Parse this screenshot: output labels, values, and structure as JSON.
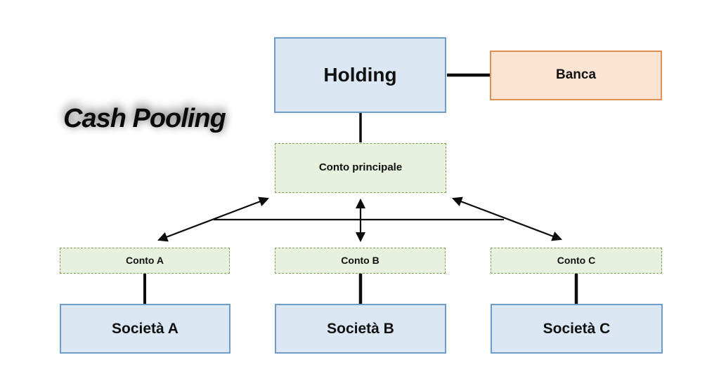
{
  "title": "Cash Pooling",
  "nodes": {
    "holding": {
      "label": "Holding",
      "kind": "company"
    },
    "banca": {
      "label": "Banca",
      "kind": "bank"
    },
    "conto_p": {
      "label": "Conto principale",
      "kind": "account"
    },
    "conto_a": {
      "label": "Conto A",
      "kind": "account"
    },
    "conto_b": {
      "label": "Conto B",
      "kind": "account"
    },
    "conto_c": {
      "label": "Conto C",
      "kind": "account"
    },
    "societa_a": {
      "label": "Società A",
      "kind": "company"
    },
    "societa_b": {
      "label": "Società B",
      "kind": "company"
    },
    "societa_c": {
      "label": "Società C",
      "kind": "company"
    }
  },
  "edges": [
    {
      "from": "holding",
      "to": "banca",
      "style": "thick-line"
    },
    {
      "from": "holding",
      "to": "conto_p",
      "style": "line"
    },
    {
      "from": "conto_p",
      "to": "conto_a",
      "style": "double-arrow"
    },
    {
      "from": "conto_p",
      "to": "conto_b",
      "style": "double-arrow"
    },
    {
      "from": "conto_p",
      "to": "conto_c",
      "style": "double-arrow"
    },
    {
      "from": "conto_a-diagonal",
      "to": "conto_c-diagonal",
      "style": "cross-line"
    },
    {
      "from": "conto_a",
      "to": "societa_a",
      "style": "thick-line"
    },
    {
      "from": "conto_b",
      "to": "societa_b",
      "style": "thick-line"
    },
    {
      "from": "conto_c",
      "to": "societa_c",
      "style": "thick-line"
    }
  ],
  "colors": {
    "company_fill": "#dbe8f4",
    "company_border": "#6e9dc9",
    "bank_fill": "#fbe5d2",
    "bank_border": "#dd8f54",
    "account_fill": "#e8f0de",
    "account_border": "#79a552",
    "line": "#0d0d0d"
  }
}
